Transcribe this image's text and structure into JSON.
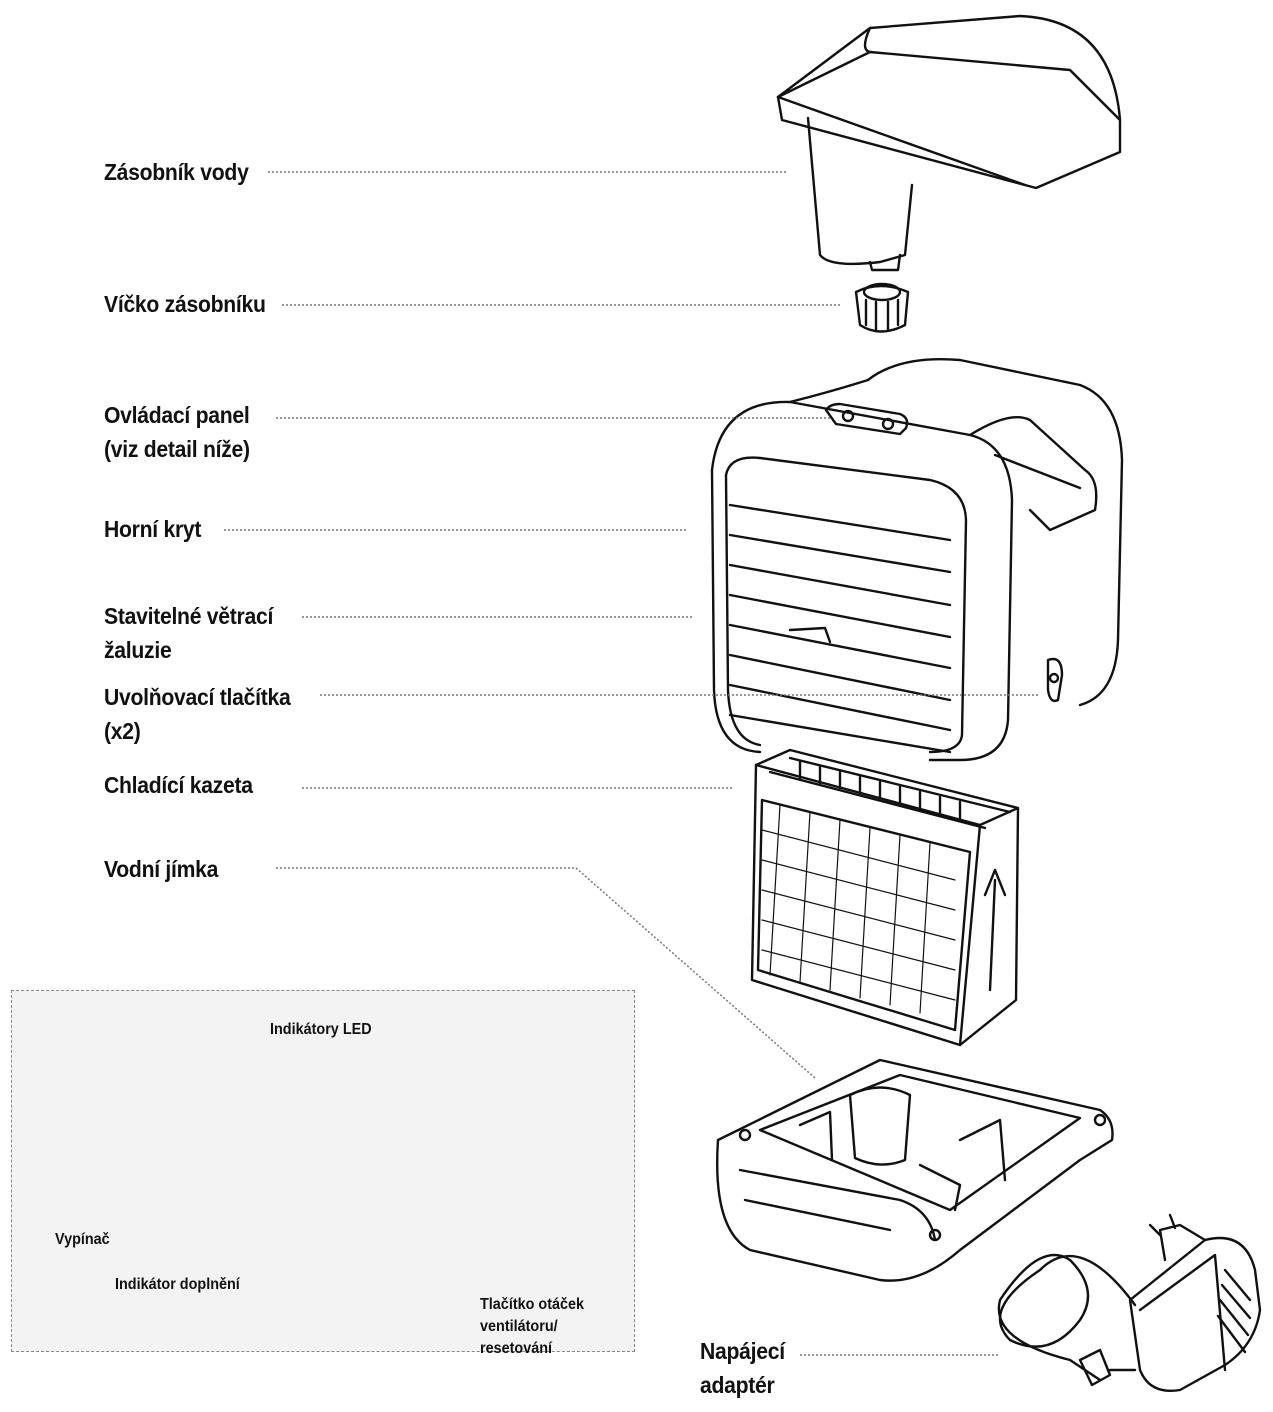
{
  "labels": {
    "water_tank": "Zásobník vody",
    "tank_cap": "Víčko zásobníku",
    "control_panel_1": "Ovládací panel",
    "control_panel_2": "(viz detail níže)",
    "top_cover": "Horní kryt",
    "louvres_1": "Stavitelné větrací",
    "louvres_2": "žaluzie",
    "release_1": "Uvolňovací tlačítka",
    "release_2": "(x2)",
    "cooling_cartridge": "Chladící kazeta",
    "water_tray": "Vodní jímka",
    "adapter_1": "Napájecí",
    "adapter_2": "adaptér"
  },
  "panel": {
    "led_indicators": "Indikátory LED",
    "power_switch": "Vypínač",
    "refill_indicator": "Indikátor doplnění",
    "fan_button_1": "Tlačítko otáček",
    "fan_button_2": "ventilátoru/",
    "fan_button_3": "resetování"
  },
  "colors": {
    "line": "#111111",
    "leader": "#777777",
    "panel_bg": "#f3f3f3"
  }
}
